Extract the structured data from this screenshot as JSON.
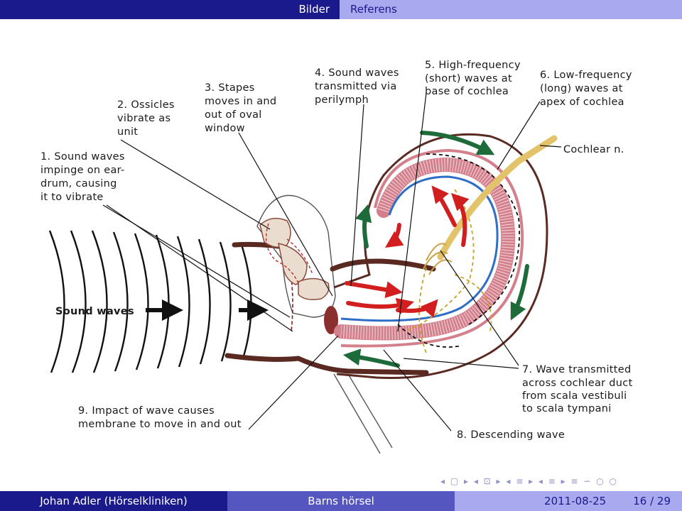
{
  "header": {
    "tab_left": "Bilder",
    "tab_right": "Referens"
  },
  "diagram": {
    "labels": {
      "l1": [
        "1. Sound waves",
        "impinge on ear-",
        "drum, causing",
        "it to vibrate"
      ],
      "l2": [
        "2. Ossicles",
        "vibrate as",
        "unit"
      ],
      "l3": [
        "3. Stapes",
        "moves in and",
        "out of oval",
        "window"
      ],
      "l4": [
        "4. Sound waves",
        "transmitted via",
        "perilymph"
      ],
      "l5": [
        "5. High-frequency",
        "(short) waves at",
        "base of cochlea"
      ],
      "l6": [
        "6. Low-frequency",
        "(long) waves at",
        "apex of cochlea"
      ],
      "l7": [
        "7. Wave transmitted",
        "across cochlear duct",
        "from scala vestibuli",
        "to scala tympani"
      ],
      "l8": [
        "8. Descending wave"
      ],
      "l9": [
        "9. Impact of wave causes",
        "membrane to move in and out"
      ],
      "cochlear_nerve": "Cochlear n.",
      "sound_waves": "Sound waves"
    }
  },
  "nav": {
    "symbols": "◂ ▢ ▸ ◂ ⊡ ▸ ◂ ≡ ▸ ◂ ≡ ▸   ≡   ∽ ○ ○"
  },
  "footer": {
    "author": "Johan Adler  (Hörselkliniken)",
    "title": "Barns hörsel",
    "date": "2011-08-25",
    "page": "16 / 29"
  }
}
